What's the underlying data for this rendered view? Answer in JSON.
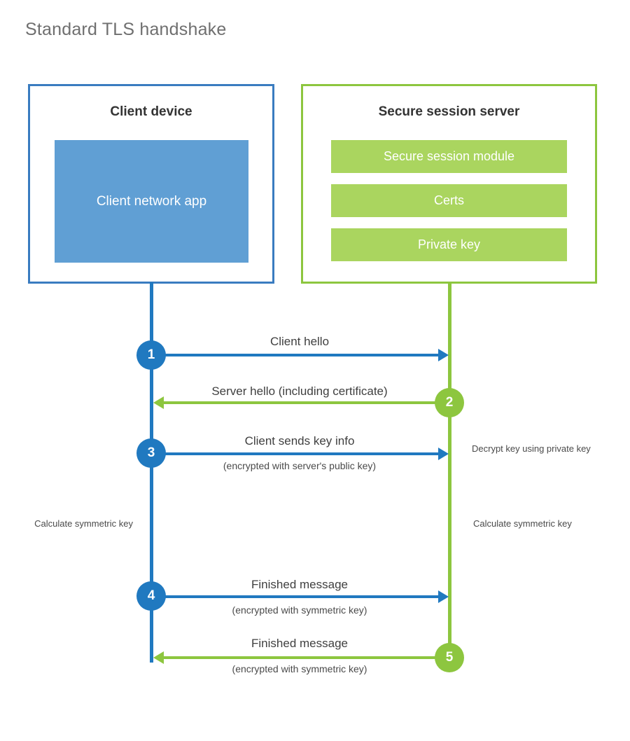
{
  "title": "Standard TLS handshake",
  "colors": {
    "client_border": "#3a7cc0",
    "client_fill": "#609fd4",
    "client_line": "#2079c0",
    "server_border": "#8dc63f",
    "server_fill": "#aad55f",
    "server_line": "#8dc63f",
    "title_text": "#6f6f6f",
    "body_text": "#3f3f3f",
    "background": "#ffffff"
  },
  "client": {
    "title": "Client device",
    "app_label": "Client network app"
  },
  "server": {
    "title": "Secure session server",
    "components": [
      {
        "label": "Secure session module"
      },
      {
        "label": "Certs"
      },
      {
        "label": "Private key"
      }
    ]
  },
  "steps": [
    {
      "number": "1",
      "label": "Client hello",
      "sublabel": "",
      "direction": "client-to-server",
      "side": "client"
    },
    {
      "number": "2",
      "label": "Server hello (including certificate)",
      "sublabel": "",
      "direction": "server-to-client",
      "side": "server"
    },
    {
      "number": "3",
      "label": "Client sends key info",
      "sublabel": "(encrypted with server's public key)",
      "direction": "client-to-server",
      "side": "client"
    },
    {
      "number": "4",
      "label": "Finished message",
      "sublabel": "(encrypted with symmetric key)",
      "direction": "client-to-server",
      "side": "client"
    },
    {
      "number": "5",
      "label": "Finished message",
      "sublabel": "(encrypted with symmetric key)",
      "direction": "server-to-client",
      "side": "server"
    }
  ],
  "notes": {
    "server_decrypt": "Decrypt key using private key",
    "client_calculate": "Calculate symmetric key",
    "server_calculate": "Calculate symmetric key"
  }
}
